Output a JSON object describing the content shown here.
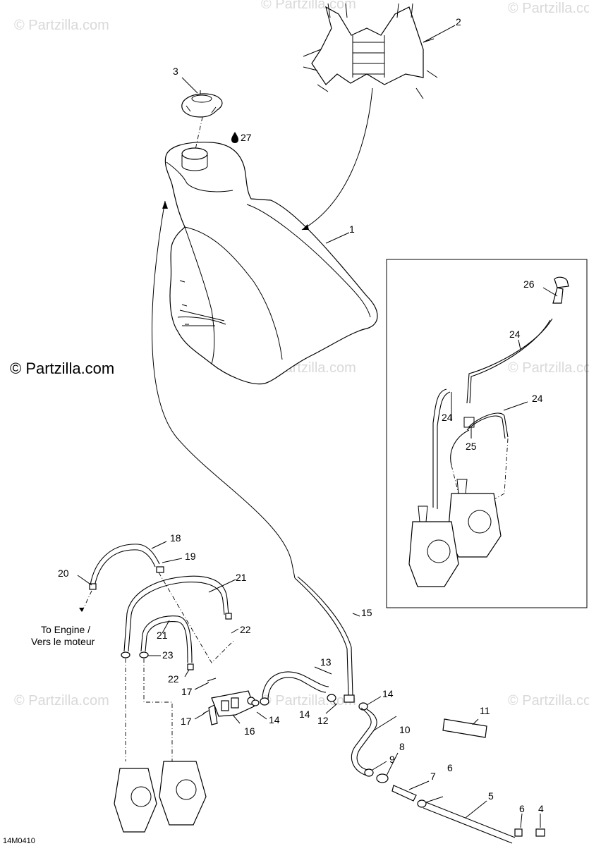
{
  "watermark": "© Partzilla.com",
  "copyright": "© Partzilla.com",
  "drawing_code": "14M0410",
  "engine_note_line1": "To Engine /",
  "engine_note_line2": "Vers le moteur",
  "icons": {
    "drop": "oil-drop-icon"
  },
  "callouts": [
    {
      "id": "c1",
      "text": "1"
    },
    {
      "id": "c2",
      "text": "2"
    },
    {
      "id": "c3",
      "text": "3"
    },
    {
      "id": "c4",
      "text": "4"
    },
    {
      "id": "c5",
      "text": "5"
    },
    {
      "id": "c6a",
      "text": "6"
    },
    {
      "id": "c6b",
      "text": "6"
    },
    {
      "id": "c7",
      "text": "7"
    },
    {
      "id": "c8",
      "text": "8"
    },
    {
      "id": "c9",
      "text": "9"
    },
    {
      "id": "c10",
      "text": "10"
    },
    {
      "id": "c11",
      "text": "11"
    },
    {
      "id": "c12",
      "text": "12"
    },
    {
      "id": "c13",
      "text": "13"
    },
    {
      "id": "c14a",
      "text": "14"
    },
    {
      "id": "c14b",
      "text": "14"
    },
    {
      "id": "c14c",
      "text": "14"
    },
    {
      "id": "c15",
      "text": "15"
    },
    {
      "id": "c16",
      "text": "16"
    },
    {
      "id": "c17a",
      "text": "17"
    },
    {
      "id": "c17b",
      "text": "17"
    },
    {
      "id": "c18",
      "text": "18"
    },
    {
      "id": "c19",
      "text": "19"
    },
    {
      "id": "c20",
      "text": "20"
    },
    {
      "id": "c21a",
      "text": "21"
    },
    {
      "id": "c21b",
      "text": "21"
    },
    {
      "id": "c22a",
      "text": "22"
    },
    {
      "id": "c22b",
      "text": "22"
    },
    {
      "id": "c23",
      "text": "23"
    },
    {
      "id": "c24a",
      "text": "24"
    },
    {
      "id": "c24b",
      "text": "24"
    },
    {
      "id": "c24c",
      "text": "24"
    },
    {
      "id": "c25",
      "text": "25"
    },
    {
      "id": "c26",
      "text": "26"
    },
    {
      "id": "c27",
      "text": "27"
    }
  ]
}
